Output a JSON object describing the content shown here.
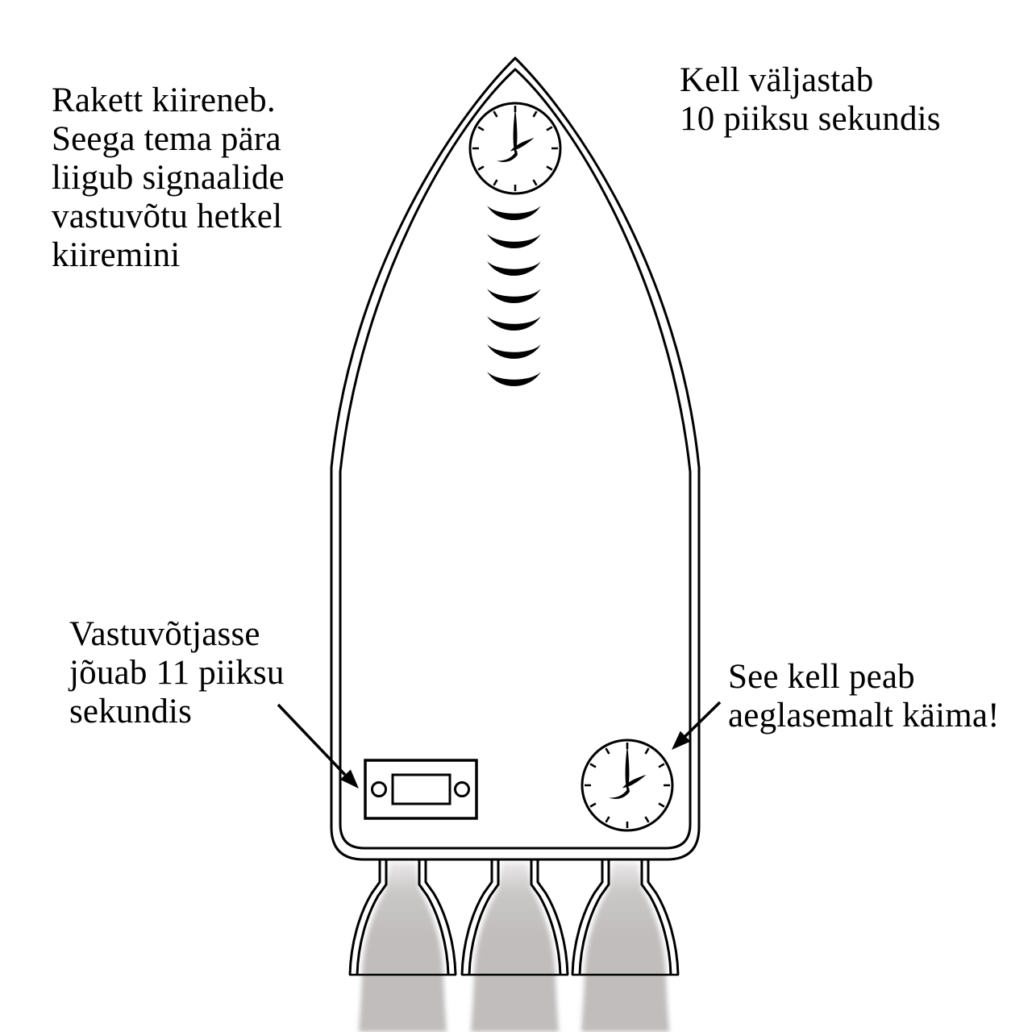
{
  "figure_title": "Rocket time-dilation thought-experiment diagram",
  "colors": {
    "ink": "#000000",
    "background": "#ffffff",
    "exhaust_gray": "#c1bdbd"
  },
  "labels": {
    "top_left": {
      "lines": [
        "Rakett kiireneb.",
        "Seega tema pära",
        "liigub signaalide",
        "vastuvõtu hetkel",
        "kiiremini"
      ]
    },
    "top_right": {
      "lines": [
        "Kell väljastab",
        "10 piiksu sekundis"
      ]
    },
    "bottom_left": {
      "lines": [
        "Vastuvõtjasse",
        "jõuab 11 piiksu",
        "sekundis"
      ]
    },
    "bottom_right": {
      "lines": [
        "See kell peab",
        "aeglasemalt käima!"
      ]
    }
  },
  "diagram": {
    "nose_clock": {
      "time_shown": "2:00",
      "tick_count": 12
    },
    "tail_clock": {
      "time_shown": "2:00",
      "tick_count": 12
    },
    "signal_wave_count": 7,
    "engine_nozzle_count": 3,
    "arrows": [
      {
        "from": "bottom_left label",
        "to": "receiver box"
      },
      {
        "from": "bottom_right label",
        "to": "tail clock"
      }
    ]
  }
}
